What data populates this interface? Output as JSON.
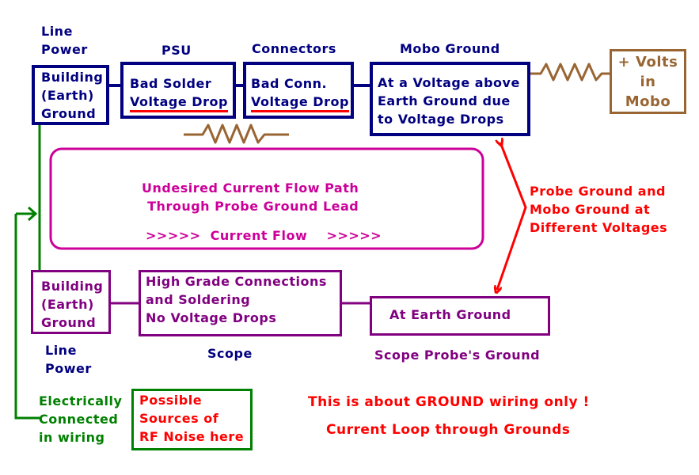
{
  "labels": {
    "line_power_top": [
      "Line",
      "Power"
    ],
    "psu": "PSU",
    "connectors": "Connectors",
    "mobo_ground": "Mobo Ground",
    "line_power_bottom": [
      "Line",
      "Power"
    ],
    "scope": "Scope",
    "scope_probe_ground": "Scope Probe's Ground"
  },
  "boxes": {
    "building_ground_top": [
      "Building",
      "(Earth)",
      "Ground"
    ],
    "bad_solder": [
      "Bad Solder",
      "Voltage Drop"
    ],
    "bad_conn": [
      "Bad Conn.",
      "Voltage Drop"
    ],
    "mobo_voltage": [
      "At a Voltage above",
      "Earth Ground due",
      "to Voltage Drops"
    ],
    "plus_volts": [
      "+ Volts",
      "in",
      "Mobo"
    ],
    "building_ground_bottom": [
      "Building",
      "(Earth)",
      "Ground"
    ],
    "high_grade": [
      "High Grade Connections",
      "and Soldering",
      "No Voltage Drops"
    ],
    "earth_ground": "At Earth Ground",
    "rf_noise": [
      "Possible",
      "Sources of",
      "RF Noise here"
    ]
  },
  "current_path": {
    "title": [
      "Undesired Current Flow Path",
      "Through Probe Ground Lead"
    ],
    "flow": ">>>>>  Current Flow    >>>>>"
  },
  "annotations": {
    "probe_vs_mobo": [
      "Probe Ground and",
      "Mobo Ground at",
      "Different Voltages"
    ],
    "electrically_connected": [
      "Electrically",
      "Connected",
      "in wiring"
    ],
    "ground_only": "This is about GROUND wiring only !",
    "current_loop": "Current Loop through Grounds"
  },
  "colors": {
    "navy": "#000080",
    "purple": "#800080",
    "magenta": "#cc0099",
    "red": "#ff0000",
    "green": "#008000",
    "brown": "#996633"
  },
  "icons": [
    "resistor-icon",
    "double-headed-arrow-icon",
    "arrow-right-icon"
  ]
}
